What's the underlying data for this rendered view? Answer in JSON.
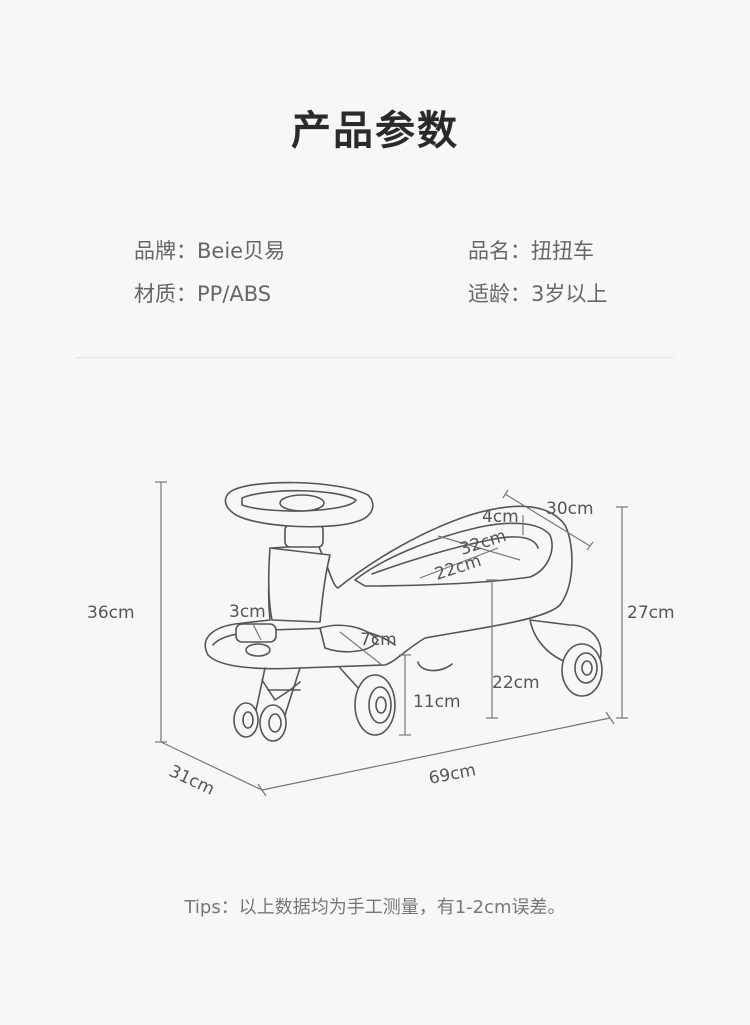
{
  "title": "产品参数",
  "specs": [
    {
      "label": "品牌：",
      "value": "Beie贝易"
    },
    {
      "label": "品名：",
      "value": "扭扭车"
    },
    {
      "label": "材质：",
      "value": "PP/ABS"
    },
    {
      "label": "适龄：",
      "value": "3岁以上"
    }
  ],
  "dimensions": {
    "height_total": "36cm",
    "seat_width": "30cm",
    "seat_inner_1": "4cm",
    "seat_inner_2": "32cm",
    "seat_inner_3": "22cm",
    "rear_height": "27cm",
    "footrest_depth": "3cm",
    "footrest_width": "7cm",
    "seat_height": "22cm",
    "front_clearance": "11cm",
    "width": "31cm",
    "length": "69cm"
  },
  "tips": "Tips：以上数据均为手工测量，有1-2cm误差。"
}
